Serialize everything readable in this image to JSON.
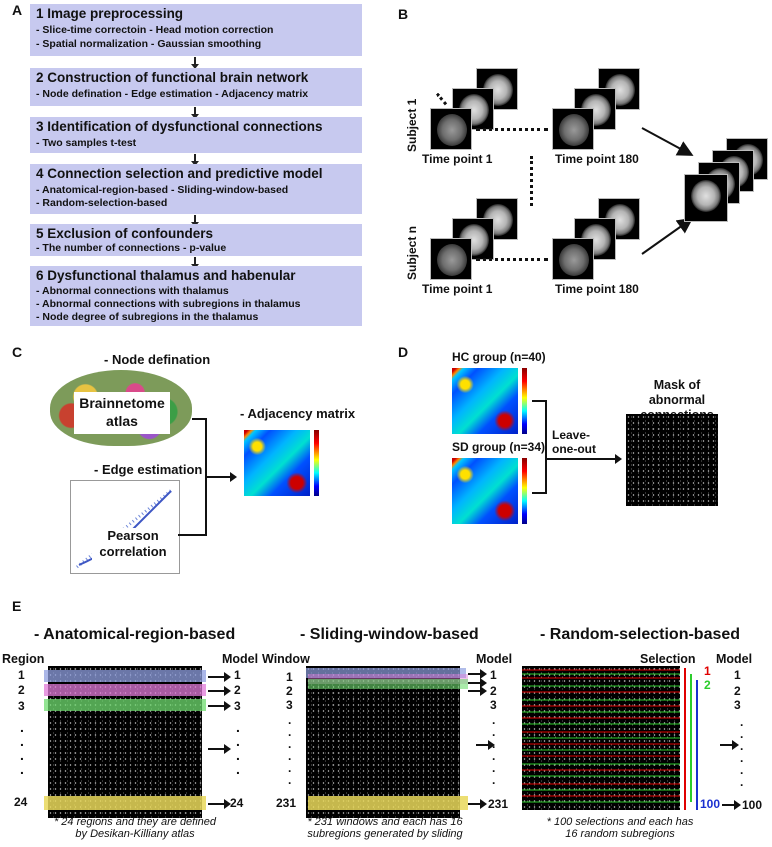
{
  "panels": {
    "a": "A",
    "b": "B",
    "c": "C",
    "d": "D",
    "e": "E"
  },
  "flow": [
    {
      "title": "1 Image preprocessing",
      "lines": [
        "- Slice-time correctoin   - Head motion correction",
        "- Spatial normalization   - Gaussian smoothing"
      ]
    },
    {
      "title": "2 Construction of functional brain network",
      "lines": [
        "- Node defination    - Edge estimation  - Adjacency matrix"
      ]
    },
    {
      "title": "3 Identification of dysfunctional connections",
      "lines": [
        "- Two samples t-test"
      ]
    },
    {
      "title": "4 Connection selection and predictive model",
      "lines": [
        "- Anatomical-region-based      - Sliding-window-based",
        "- Random-selection-based"
      ]
    },
    {
      "title": "5 Exclusion of confounders",
      "lines": [
        "- The number of connections     - p-value"
      ]
    },
    {
      "title": "6 Dysfunctional thalamus and habenular",
      "lines": [
        "- Abnormal connections with thalamus",
        "- Abnormal connections with subregions in thalamus",
        "- Node degree of subregions in the thalamus"
      ]
    }
  ],
  "panel_b": {
    "subject1": "Subject 1",
    "subjectn": "Subject n",
    "tp1": "Time point 1",
    "tp180": "Time point 180"
  },
  "panel_c": {
    "node_def": "- Node defination",
    "atlas_l1": "Brainnetome",
    "atlas_l2": "atlas",
    "edge_est": "- Edge estimation",
    "pearson_l1": "Pearson",
    "pearson_l2": "correlation",
    "adjacency": "- Adjacency matrix"
  },
  "panel_d": {
    "hc": "HC group (n=40)",
    "sd": "SD group (n=34)",
    "loo_l1": "Leave-",
    "loo_l2": "one-out",
    "mask_l1": "Mask of",
    "mask_l2": "abnormal connections"
  },
  "panel_e": {
    "anat_title": "- Anatomical-region-based",
    "slide_title": "- Sliding-window-based",
    "rand_title": "- Random-selection-based",
    "region": "Region",
    "window": "Window",
    "selection": "Selection",
    "model": "Model",
    "anat_nums": [
      "1",
      "2",
      "3",
      "24"
    ],
    "anat_models": [
      "1",
      "2",
      "3",
      "24"
    ],
    "slide_nums": [
      "1",
      "2",
      "3",
      "231"
    ],
    "slide_models": [
      "1",
      "2",
      "3",
      "231"
    ],
    "rand_sel": [
      "1",
      "2",
      "100"
    ],
    "rand_models": [
      "1",
      "2",
      "3",
      "100"
    ],
    "anat_note_l1": "* 24 regions and they are defined",
    "anat_note_l2": "by Desikan-Killiany atlas",
    "slide_note_l1": "* 231 windows and each has 16",
    "slide_note_l2": "subregions generated by sliding",
    "rand_note_l1": "* 100 selections and each has",
    "rand_note_l2": "16 random subregions"
  },
  "colors": {
    "flow_box": "#c7c9ef",
    "band_blue": "#8f9fe0",
    "band_pink": "#e07ad8",
    "band_green": "#6fdc6f",
    "band_yellow": "#e9d85a",
    "sel_red": "#e00000",
    "sel_green": "#2ccc2c",
    "sel_blue": "#1a2fd0"
  }
}
